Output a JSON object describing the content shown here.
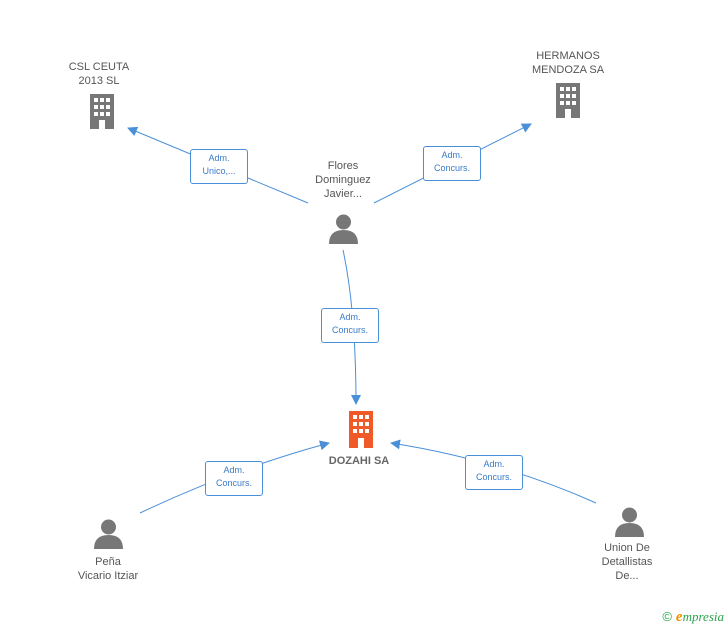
{
  "nodes": {
    "csl_ceuta": {
      "lines": [
        "CSL CEUTA",
        "2013  SL"
      ],
      "type": "company"
    },
    "hermanos_mendoza": {
      "lines": [
        "HERMANOS",
        "MENDOZA SA"
      ],
      "type": "company"
    },
    "flores": {
      "lines": [
        "Flores",
        "Dominguez",
        "Javier..."
      ],
      "type": "person"
    },
    "dozahi": {
      "lines": [
        "DOZAHI SA"
      ],
      "type": "company-main"
    },
    "pena": {
      "lines": [
        "Peña",
        "Vicario Itziar"
      ],
      "type": "person"
    },
    "union": {
      "lines": [
        "Union De",
        "Detallistas",
        "De..."
      ],
      "type": "person"
    }
  },
  "edges": {
    "flores_csl": {
      "lines": [
        "Adm.",
        "Unico,..."
      ]
    },
    "flores_hermanos": {
      "lines": [
        "Adm.",
        "Concurs."
      ]
    },
    "flores_dozahi": {
      "lines": [
        "Adm.",
        "Concurs."
      ]
    },
    "pena_dozahi": {
      "lines": [
        "Adm.",
        "Concurs."
      ]
    },
    "union_dozahi": {
      "lines": [
        "Adm.",
        "Concurs."
      ]
    }
  },
  "footer": {
    "copyright": "©",
    "brand_initial": "e",
    "brand_rest": "mpresia"
  },
  "colors": {
    "edge": "#4a90d9",
    "node_gray": "#777777",
    "main_orange": "#f05a28"
  }
}
